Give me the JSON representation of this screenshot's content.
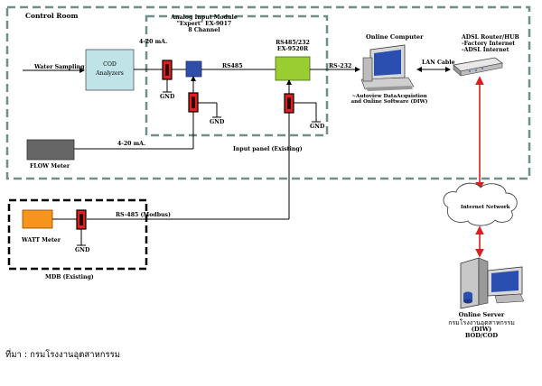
{
  "control_room": {
    "title": "Control Room"
  },
  "analog_module": {
    "line1": "Analog Input Module",
    "line2": "\"Expert\" EX-9017",
    "line3": "8 Channel"
  },
  "converter": {
    "line1": "RS485/232",
    "line2": "EX-9520R"
  },
  "cod": {
    "line1": "COD",
    "line2": "Analyzers"
  },
  "signals": {
    "water_sampling": "Water Sampling",
    "ma_top": "4-20 mA.",
    "ma_flow": "4-20 mA.",
    "rs485": "RS485",
    "rs232": "RS-232",
    "lan": "LAN Cable",
    "rs485_modbus": "RS-485 (Modbus)"
  },
  "gnd": {
    "label": "GND"
  },
  "input_panel": {
    "label": "Input panel (Existing)"
  },
  "computer": {
    "title": "Online Computer",
    "line1": "~Autoview DataAcquistion",
    "line2": "and Online Software (DIW)"
  },
  "router": {
    "line1": "ADSL Router/HUB",
    "line2": "-Factory Internet",
    "line3": "-ADSL Internet"
  },
  "cloud": {
    "label": "Internet Network"
  },
  "flow": {
    "label": "FLOW Meter"
  },
  "watt": {
    "label": "WATT Meter"
  },
  "mdb": {
    "label": "MDB (Existing)"
  },
  "server": {
    "line1": "Online Server",
    "line2": "กรมโรงงานอุตสาหกรรม",
    "line3": "(DIW)",
    "line4": "BOD/COD"
  },
  "source": {
    "text": "ที่มา : กรมโรงงานอุตสาหกรรม"
  },
  "colors": {
    "border": "#6f8f88",
    "cod": "#bfe3e6",
    "module": "#2f4ea8",
    "converter": "#9acd32",
    "flow": "#666666",
    "watt": "#f7941d",
    "barrier": "#e02020",
    "cloud_link": "#d42020"
  }
}
